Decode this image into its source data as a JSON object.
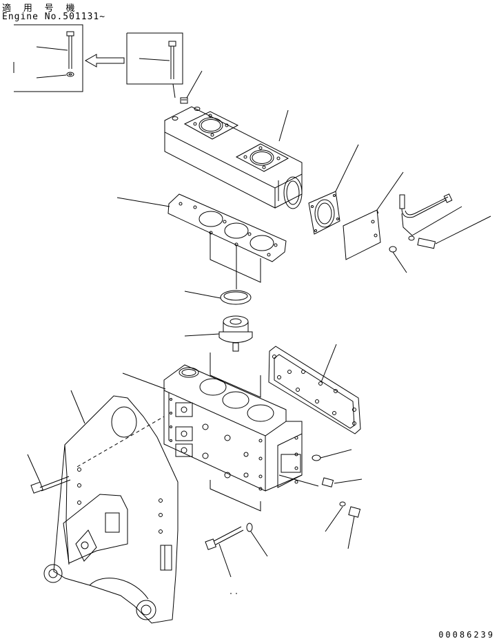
{
  "header": {
    "applicability_label": "適 用 号 機",
    "engine_serial": "Engine No.501131~"
  },
  "drawing_code": "00086239",
  "colors": {
    "line": "#000000",
    "paper": "#ffffff"
  }
}
